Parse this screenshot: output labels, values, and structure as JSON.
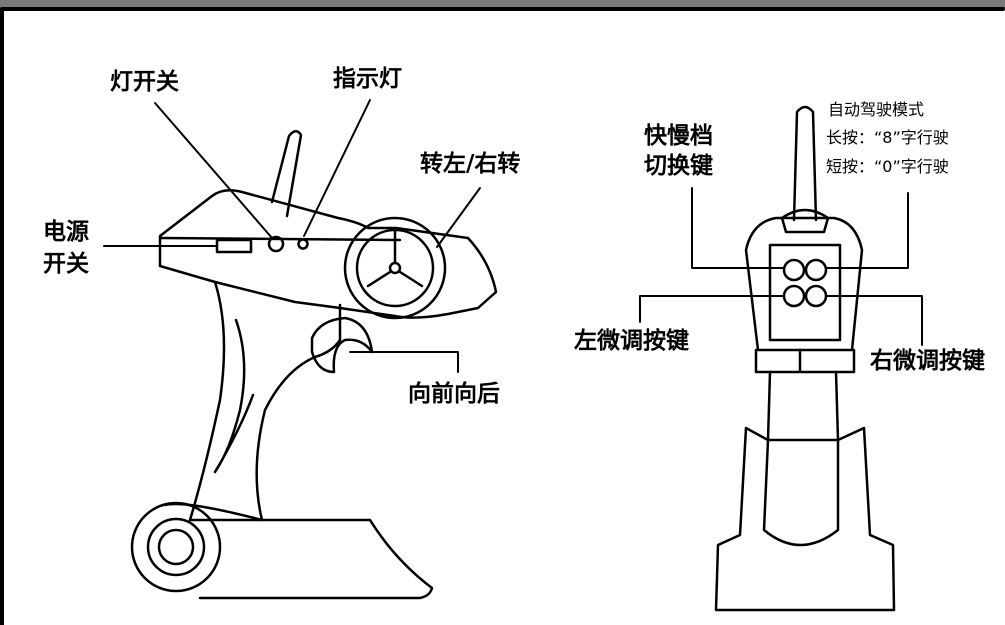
{
  "colors": {
    "line": "#000000",
    "background": "#ffffff",
    "frame_top": "#7a7a7a"
  },
  "labels": {
    "light_switch": "灯开关",
    "indicator_light": "指示灯",
    "turn_left_right": "转左/右转",
    "power_switch_line1": "电源",
    "power_switch_line2": "开关",
    "forward_backward": "向前向后",
    "speed_switch_line1": "快慢档",
    "speed_switch_line2": "切换键",
    "auto_mode_title": "自动驾驶模式",
    "long_press": "长按：“8”字行驶",
    "short_press": "短按：“0”字行驶",
    "left_trim": "左微调按键",
    "right_trim": "右微调按键"
  }
}
